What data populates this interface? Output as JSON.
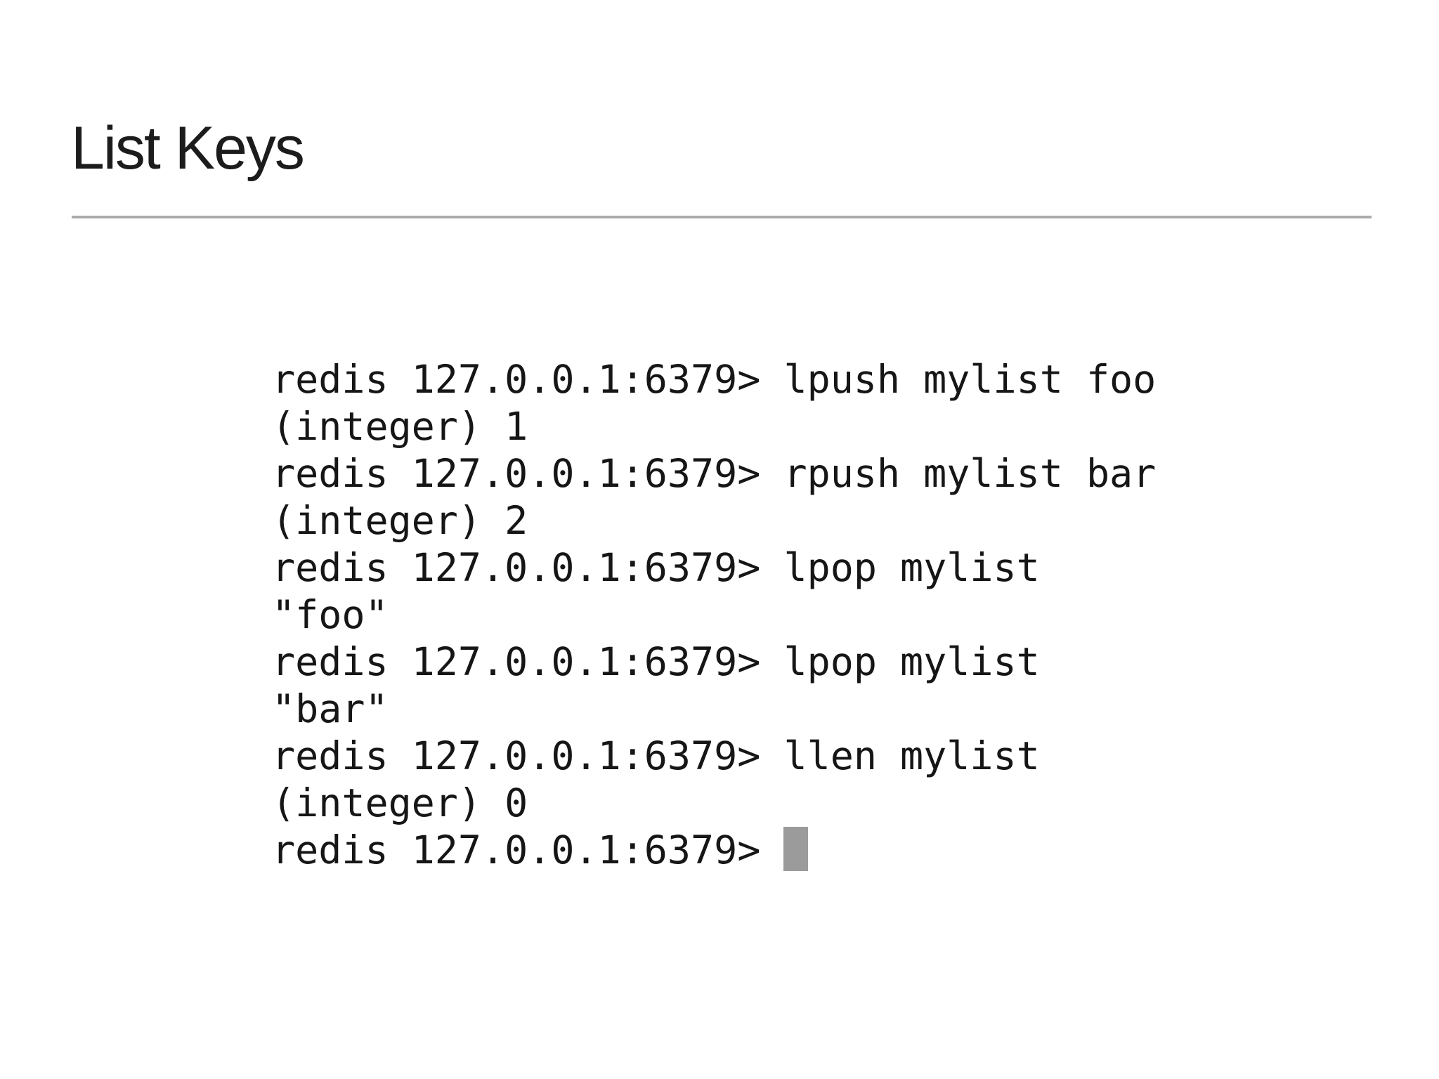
{
  "title": "List Keys",
  "colors": {
    "background": "#ffffff",
    "title_text": "#1c1c1c",
    "rule": "#ababab",
    "terminal_text": "#161616",
    "cursor": "#9b9b9b"
  },
  "terminal": {
    "lines": [
      "redis 127.0.0.1:6379> lpush mylist foo",
      "(integer) 1",
      "redis 127.0.0.1:6379> rpush mylist bar",
      "(integer) 2",
      "redis 127.0.0.1:6379> lpop mylist",
      "\"foo\"",
      "redis 127.0.0.1:6379> lpop mylist",
      "\"bar\"",
      "redis 127.0.0.1:6379> llen mylist",
      "(integer) 0",
      "redis 127.0.0.1:6379> "
    ],
    "cursor": "block"
  }
}
